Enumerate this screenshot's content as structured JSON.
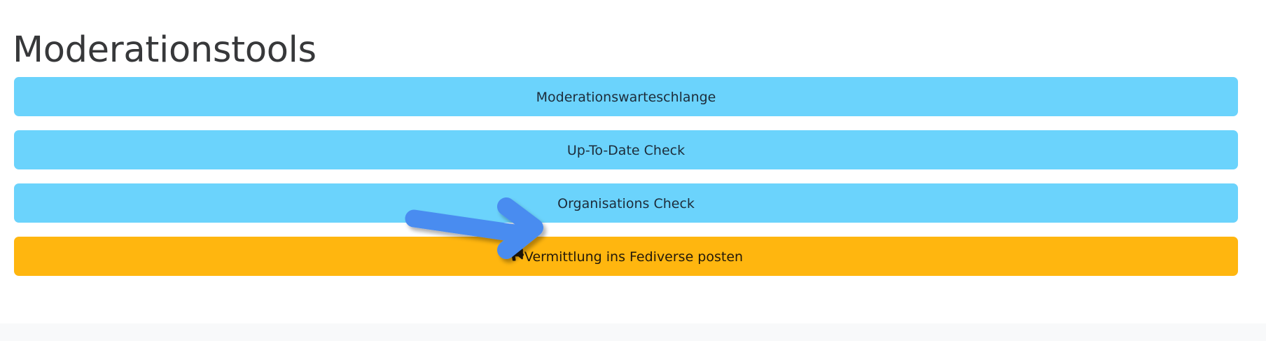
{
  "page": {
    "title": "Moderationstools",
    "background_color": "#ffffff",
    "title_color": "#37383a",
    "footer_color": "#f8f9fa"
  },
  "buttons": [
    {
      "label": "Moderationswarteschlange",
      "style": "info",
      "background_color": "#6bd3fc",
      "text_color": "#1d2c3a",
      "icon": null
    },
    {
      "label": "Up-To-Date Check",
      "style": "info",
      "background_color": "#6bd3fc",
      "text_color": "#1d2c3a",
      "icon": null
    },
    {
      "label": "Organisations Check",
      "style": "info",
      "background_color": "#6bd3fc",
      "text_color": "#1d2c3a",
      "icon": null
    },
    {
      "label": "Vermittlung ins Fediverse posten",
      "style": "warning",
      "background_color": "#ffb60f",
      "text_color": "#23190a",
      "icon": "bullhorn-icon"
    }
  ],
  "annotation": {
    "type": "arrow",
    "color": "#4a8cf0",
    "points_to": "Organisations Check",
    "description": "blue arrow pointing right at the Organisations Check button"
  }
}
